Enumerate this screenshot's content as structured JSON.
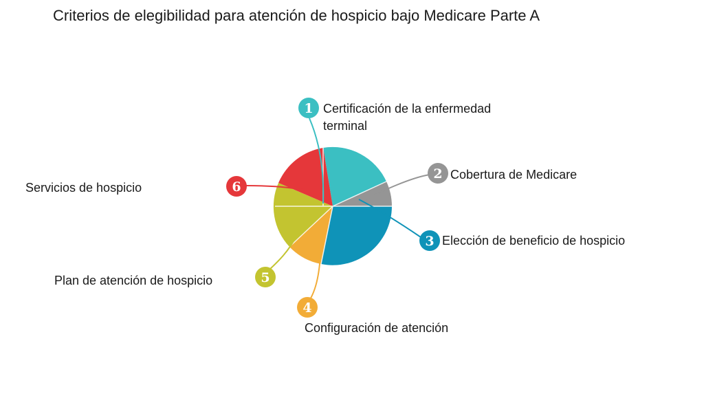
{
  "title": "Criterios de elegibilidad para atención de hospicio bajo Medicare Parte A",
  "items": [
    {
      "number": "1",
      "label": "Certificación de la enfermedad terminal",
      "color": "#3bbfc2"
    },
    {
      "number": "2",
      "label": "Cobertura de Medicare",
      "color": "#959595"
    },
    {
      "number": "3",
      "label": "Elección de beneficio de hospicio",
      "color": "#0f93b8"
    },
    {
      "number": "4",
      "label": "Configuración de atención",
      "color": "#f2ac37"
    },
    {
      "number": "5",
      "label": "Plan de atención de hospicio",
      "color": "#c3c430"
    },
    {
      "number": "6",
      "label": "Servicios de hospicio",
      "color": "#e5373a"
    }
  ]
}
